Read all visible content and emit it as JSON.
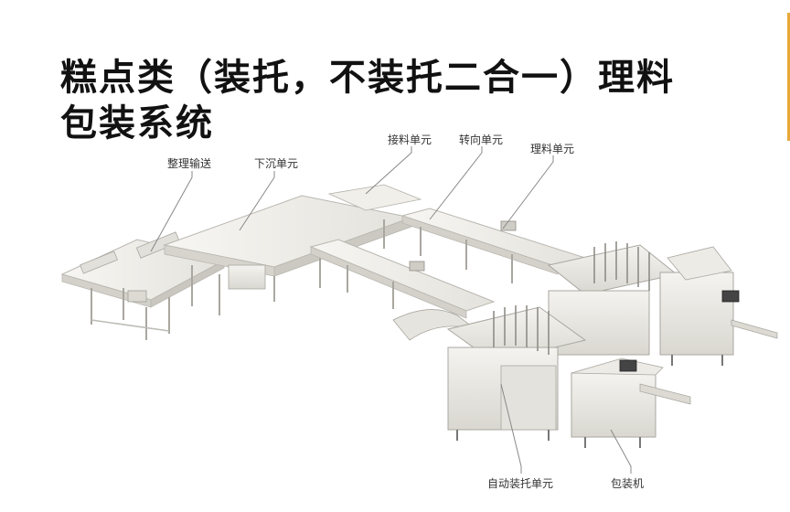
{
  "title": {
    "line1": "糕点类（装托，不装托二合一）理料",
    "line2": "包装系统"
  },
  "callouts": [
    {
      "id": "sorting-conveyor",
      "label": "整理输送"
    },
    {
      "id": "sinking-unit",
      "label": "下沉单元"
    },
    {
      "id": "receiving-unit",
      "label": "接料单元"
    },
    {
      "id": "turning-unit",
      "label": "转向单元"
    },
    {
      "id": "aligning-unit",
      "label": "理料单元"
    },
    {
      "id": "auto-tray-unit",
      "label": "自动装托单元"
    },
    {
      "id": "packaging-machine",
      "label": "包装机"
    }
  ],
  "colors": {
    "accent": "#e8a83a",
    "machine_body": "#ecebe6",
    "machine_shadow": "#cfcdc6",
    "belt": "#f5f4f0",
    "leader_line": "#888888"
  }
}
